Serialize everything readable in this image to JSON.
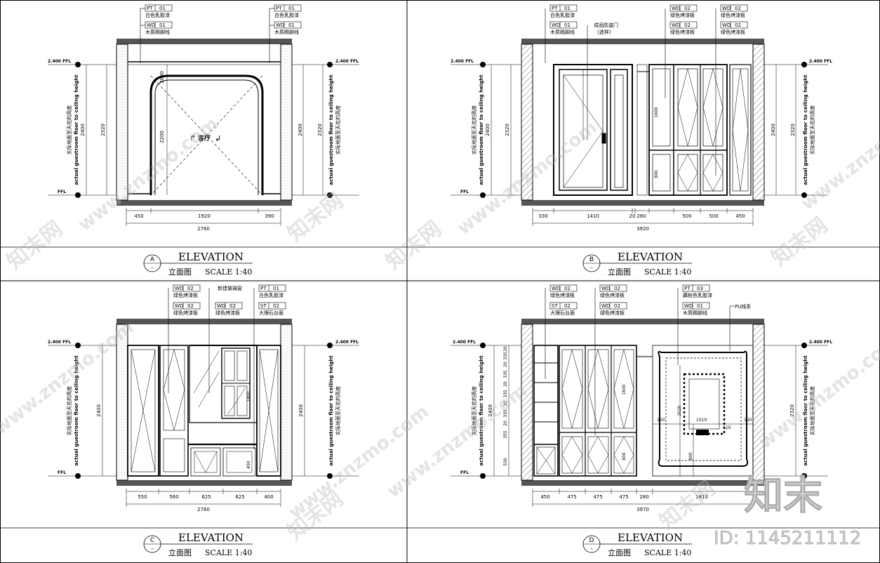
{
  "panels": [
    {
      "id": "A",
      "title": "ELEVATION",
      "subtitle": "立面图",
      "scale": "SCALE 1:40",
      "callouts": [
        {
          "code": "PT",
          "num": "01",
          "desc": "白色乳胶漆"
        },
        {
          "code": "WD",
          "num": "01",
          "desc": "木质踢脚线"
        },
        {
          "code": "PT",
          "num": "01",
          "desc": "白色乳胶漆"
        },
        {
          "code": "WD",
          "num": "01",
          "desc": "木质踢脚线"
        }
      ],
      "level_top": "2.400 FFL",
      "level_bottom": "FFL",
      "height_labels": [
        "2400",
        "2320",
        "2400",
        "2320"
      ],
      "inner_dims": [
        "2000",
        "2200"
      ],
      "side_note_cn": "实际地面至天花的高度",
      "side_note_en": "actual guestroom floor to ceiling height",
      "room_label": "客厅",
      "dims": [
        "450",
        "1920",
        "390"
      ],
      "total": "2760"
    },
    {
      "id": "B",
      "title": "ELEVATION",
      "subtitle": "立面图",
      "scale": "SCALE 1:40",
      "callouts": [
        {
          "code": "PT",
          "num": "01",
          "desc": "白色乳胶漆"
        },
        {
          "code": "WD",
          "num": "01",
          "desc": "木质踢脚线"
        },
        {
          "code": "WD",
          "num": "02",
          "desc": "绿色烤漆板"
        },
        {
          "code": "WD",
          "num": "02",
          "desc": "绿色烤漆板"
        },
        {
          "code": "WD",
          "num": "02",
          "desc": "绿色烤漆板"
        },
        {
          "code": "WD",
          "num": "02",
          "desc": "绿色烤漆板"
        }
      ],
      "door_note": "成品防盗门",
      "door_note2": "(选样)",
      "level_top": "2.400 FFL",
      "level_bottom": "FFL",
      "height_labels": [
        "2400",
        "2320",
        "2400",
        "2320"
      ],
      "inner_dims": [
        "1600",
        "800"
      ],
      "side_note_cn": "实际地面至天花的高度",
      "side_note_en": "actual guestroom floor to ceiling height",
      "dims": [
        "330",
        "1410",
        "20",
        "280",
        "500",
        "500",
        "450"
      ],
      "total": "3920"
    },
    {
      "id": "C",
      "title": "ELEVATION",
      "subtitle": "立面图",
      "scale": "SCALE 1:40",
      "callouts": [
        {
          "code": "WD",
          "num": "02",
          "desc": "绿色烤漆板"
        },
        {
          "code": "WD",
          "num": "02",
          "desc": "绿色烤漆板"
        },
        {
          "code": "WD",
          "num": "02",
          "desc": "绿色烤漆板"
        },
        {
          "code": "PT",
          "num": "01",
          "desc": "白色乳胶漆"
        },
        {
          "code": "ST",
          "num": "02",
          "desc": "大理石台面"
        }
      ],
      "glass_note": "新建玻璃窗",
      "level_top": "2.400 FFL",
      "level_bottom": "FFL",
      "height_labels": [
        "2400",
        "2400"
      ],
      "inner_dims": [
        "1800",
        "450"
      ],
      "side_note_cn": "实际地面至天花的高度",
      "side_note_en": "actual guestroom floor to ceiling height",
      "dims": [
        "550",
        "560",
        "625",
        "625",
        "400"
      ],
      "total": "2760"
    },
    {
      "id": "D",
      "title": "ELEVATION",
      "subtitle": "立面图",
      "scale": "SCALE 1:40",
      "callouts": [
        {
          "code": "WD",
          "num": "02",
          "desc": "绿色烤漆板"
        },
        {
          "code": "ST",
          "num": "02",
          "desc": "大理石台面"
        },
        {
          "code": "WD",
          "num": "02",
          "desc": "绿色烤漆板"
        },
        {
          "code": "WD",
          "num": "02",
          "desc": "绿色烤漆板"
        },
        {
          "code": "PT",
          "num": "03",
          "desc": "藕粉色乳胶漆"
        },
        {
          "code": "WD",
          "num": "01",
          "desc": "木质踢脚线"
        }
      ],
      "pu_note": "PU线条",
      "level_top": "2.400 FFL",
      "level_bottom": "FFL",
      "height_labels": [
        "2400",
        "2320"
      ],
      "shelf_dims": [
        "20",
        "335",
        "20",
        "335",
        "20",
        "335",
        "20",
        "335",
        "20",
        "355",
        "550"
      ],
      "inner_dims": [
        "1600",
        "800",
        "2020",
        "800"
      ],
      "frame_dims": [
        "150",
        "1510",
        "150",
        "510"
      ],
      "side_note_cn": "实际地面至天花的高度",
      "side_note_en": "actual guestroom floor to ceiling height",
      "dims": [
        "450",
        "475",
        "475",
        "475",
        "280",
        "1810"
      ],
      "total": "3970"
    }
  ],
  "watermark": {
    "brand_cn": "知末网",
    "domain": "www.znzmo.com",
    "logo": "知末",
    "id_text": "ID: 1145211112"
  }
}
